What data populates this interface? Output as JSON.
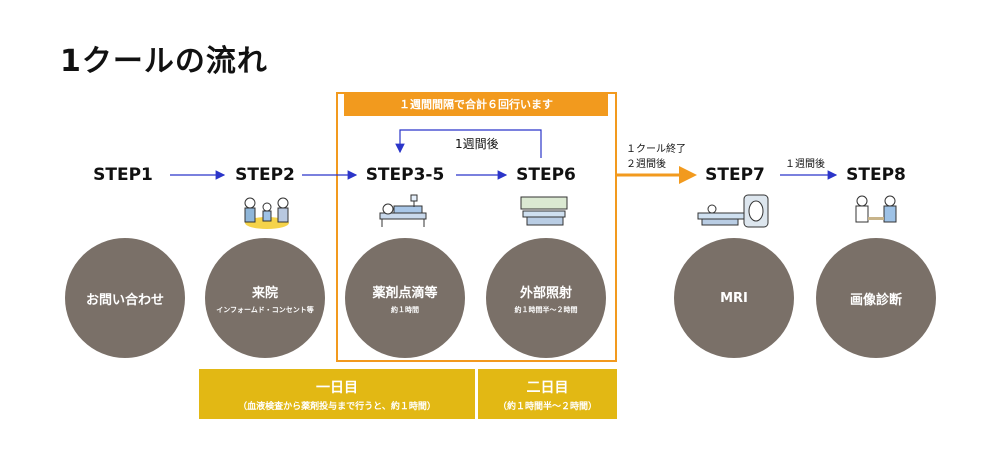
{
  "title": "1クールの流れ",
  "orange_header": "１週間間隔で合計６回行います",
  "loop_label": "1週間後",
  "transition_6_7": [
    "１クール終了",
    "２週間後"
  ],
  "transition_7_8": "１週間後",
  "steps": [
    {
      "label": "STEP1",
      "main": "お問い合わせ",
      "sub": ""
    },
    {
      "label": "STEP2",
      "main": "来院",
      "sub": "インフォームド・コンセント等"
    },
    {
      "label": "STEP3-5",
      "main": "薬剤点滴等",
      "sub": "約１時間"
    },
    {
      "label": "STEP6",
      "main": "外部照射",
      "sub": "約１時間半～２時間"
    },
    {
      "label": "STEP7",
      "main": "MRI",
      "sub": ""
    },
    {
      "label": "STEP8",
      "main": "画像診断",
      "sub": ""
    }
  ],
  "day_bars": [
    {
      "title": "一日目",
      "detail": "（血液検査から薬剤投与まで行うと、約１時間）"
    },
    {
      "title": "二日目",
      "detail": "（約１時間半～２時間）"
    }
  ],
  "colors": {
    "circle": "#7a7068",
    "orange": "#f29a1e",
    "yellow": "#e2b814",
    "arrow_blue": "#2b35c9"
  },
  "icons": [
    "consultation-icon",
    "patient-bed-icon",
    "radiation-device-icon",
    "mri-scanner-icon",
    "doctor-patient-icon"
  ]
}
